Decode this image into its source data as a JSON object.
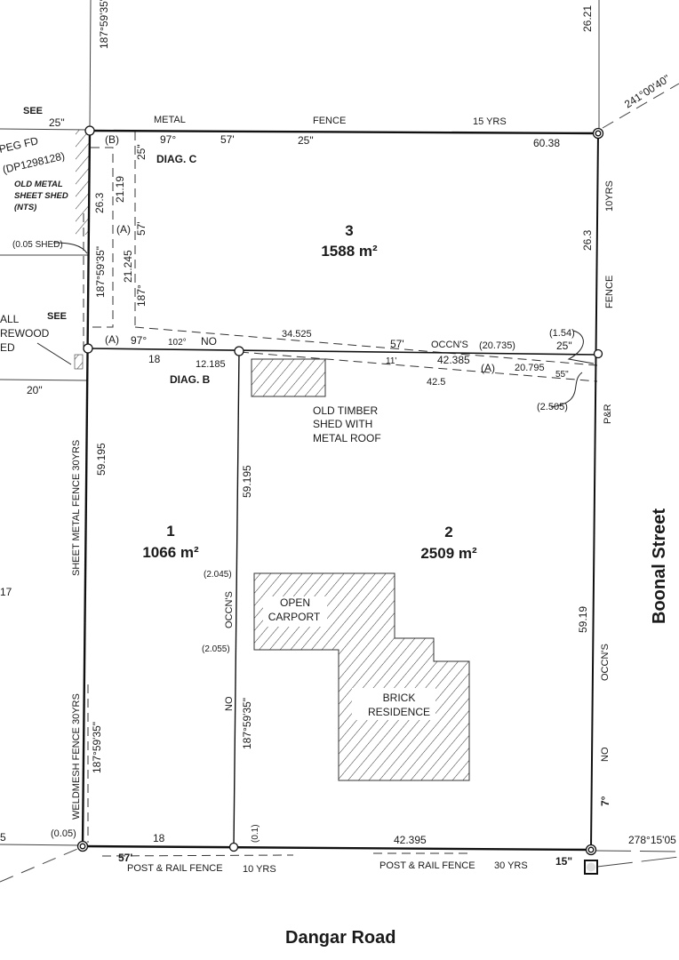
{
  "plan": {
    "roads": {
      "south": "Dangar Road",
      "east": "Boonal Street"
    },
    "lots": [
      {
        "number": "1",
        "area": "1066 m²"
      },
      {
        "number": "2",
        "area": "2509 m²"
      },
      {
        "number": "3",
        "area": "1588 m²"
      }
    ],
    "structures": {
      "old_metal_shed": [
        "OLD METAL",
        "SHEET SHED",
        "(NTS)"
      ],
      "timber_shed": [
        "OLD TIMBER",
        "SHED WITH",
        "METAL ROOF"
      ],
      "carport": [
        "OPEN",
        "CARPORT"
      ],
      "residence": [
        "BRICK",
        "RESIDENCE"
      ],
      "small_shed": [
        "ALL",
        "REWOOD",
        "ED"
      ]
    },
    "labels": {
      "see_top": "SEE",
      "see_mid": "SEE",
      "peg": "PEG FD",
      "peg_dp": "(DP1298128)",
      "diag_c": "DIAG. C",
      "diag_b": "DIAG. B",
      "shed_offset": "(0.05 SHED)",
      "mark_b": "(B)",
      "mark_a1": "(A)",
      "mark_a2": "(A)",
      "mark_a3": "(A)"
    },
    "north_boundary": {
      "fence1": "METAL",
      "fence2": "FENCE",
      "fence_age": "15 YRS",
      "bearing_deg": "97°",
      "bearing_min": "57'",
      "bearing_sec": "25\"",
      "distance": "60.38",
      "left_sec": "25\"",
      "ne_bearing": "241°00'40\"",
      "top_bearing": "187°59'35\"",
      "top_dist": "26.21"
    },
    "east_boundary": {
      "fence_age": "10YRS",
      "dist_upper": "26.3",
      "fence": "FENCE",
      "pr": "P&R",
      "dist_lower": "59.19",
      "occns": "OCCN'S",
      "no": "NO",
      "deg": "7°",
      "offset_154": "(1.54)",
      "sec_25": "25\"",
      "offset_2505": "(2.505)",
      "sec_55": "55\""
    },
    "internal_line": {
      "deg": "97°",
      "deg2": "102°",
      "no": "NO",
      "dist_18": "18",
      "dist_12185": "12.185",
      "dist_34525": "34.525",
      "min_57": "57'",
      "occns": "OCCN'S",
      "dist_20735": "(20.735)",
      "min_11": "11'",
      "dist_42385": "42.385",
      "dist_20795": "20.795",
      "dist_425": "42.5"
    },
    "west_boundary": {
      "dist_26_3": "26.3",
      "dist_21_19": "21.19",
      "dist_21_245": "21.245",
      "sec_25": "25\"",
      "min_57": "57'",
      "deg_187": "187°",
      "bearing": "187°59'35\"",
      "sheet_fence": "SHEET METAL FENCE 30YRS",
      "dist_59195": "59.195",
      "weldmesh": "WELDMESH FENCE 30YRS",
      "bearing_low": "187°59'35\"",
      "offset_005": "(0.05)",
      "sec_20": "20\"",
      "side_17": "17",
      "side_5": "5"
    },
    "middle_line": {
      "dist": "59.195",
      "occns": "OCCN'S",
      "no": "NO",
      "bearing": "187°59'35\"",
      "offset_2045": "(2.045)",
      "offset_2055": "(2.055)",
      "offset_01": "(0.1)"
    },
    "south_boundary": {
      "dist_18": "18",
      "min_57": "57'",
      "fence_left": "POST & RAIL FENCE",
      "age_left": "10 YRS",
      "dist_42395": "42.395",
      "fence_right": "POST & RAIL FENCE",
      "age_right": "30 YRS",
      "sec_15": "15\"",
      "se_bearing": "278°15'05"
    }
  }
}
